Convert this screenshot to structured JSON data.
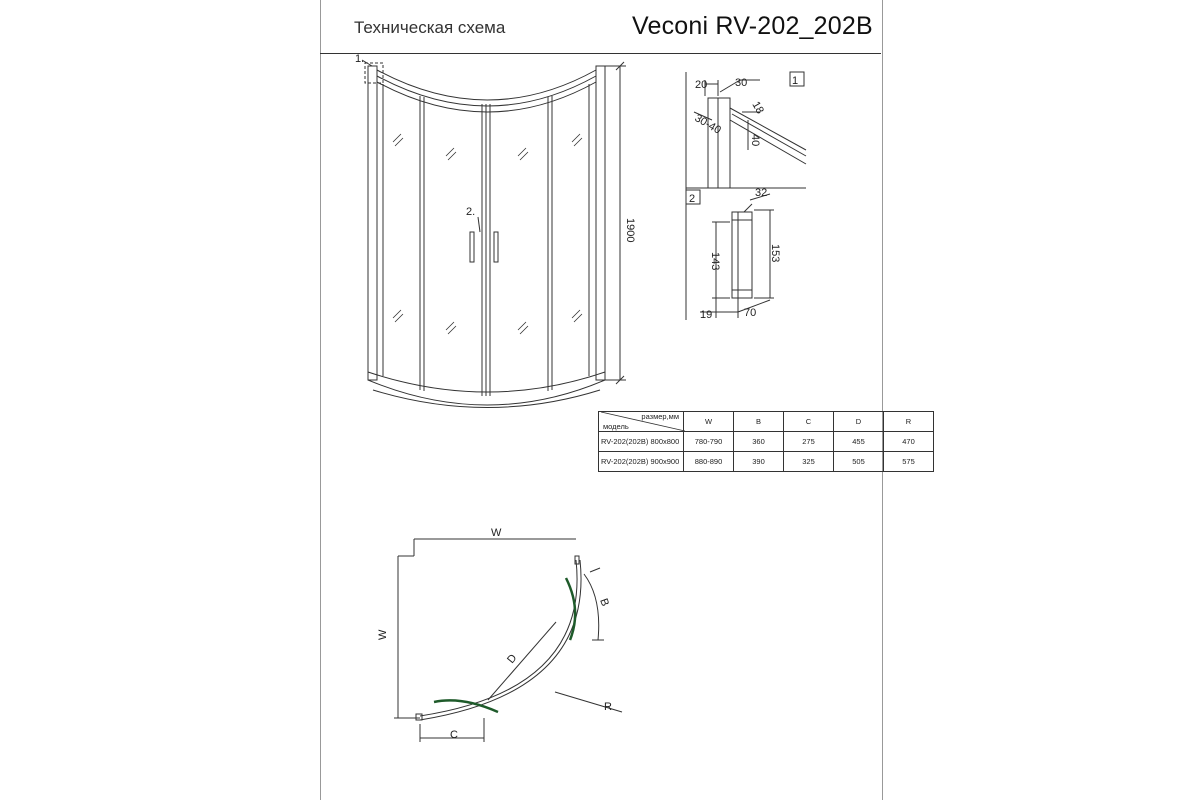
{
  "header": {
    "left_title": "Техническая схема",
    "right_title": "Veconi RV-202_202B"
  },
  "front_view": {
    "callout_1": "1.",
    "callout_2": "2.",
    "height_dim": "1900"
  },
  "detail_1": {
    "number": "1",
    "dims": [
      "20",
      "30",
      "18",
      "30-40",
      "40"
    ]
  },
  "detail_2": {
    "number": "2",
    "dims": [
      "32",
      "153",
      "143",
      "19",
      "70"
    ]
  },
  "spec_table": {
    "header_top": "размер,мм",
    "header_bottom": "модель",
    "columns": [
      "W",
      "B",
      "C",
      "D",
      "R"
    ],
    "rows": [
      {
        "model": "RV-202(202B) 800x800",
        "values": [
          "780-790",
          "360",
          "275",
          "455",
          "470"
        ]
      },
      {
        "model": "RV-202(202B) 900x900",
        "values": [
          "880-890",
          "390",
          "325",
          "505",
          "575"
        ]
      }
    ]
  },
  "plan_view": {
    "labels": {
      "w_top": "W",
      "w_left": "W",
      "d": "D",
      "b": "B",
      "c": "C",
      "r": "R"
    }
  },
  "colors": {
    "line": "#333333",
    "glass_green": "#1e5a2a"
  }
}
